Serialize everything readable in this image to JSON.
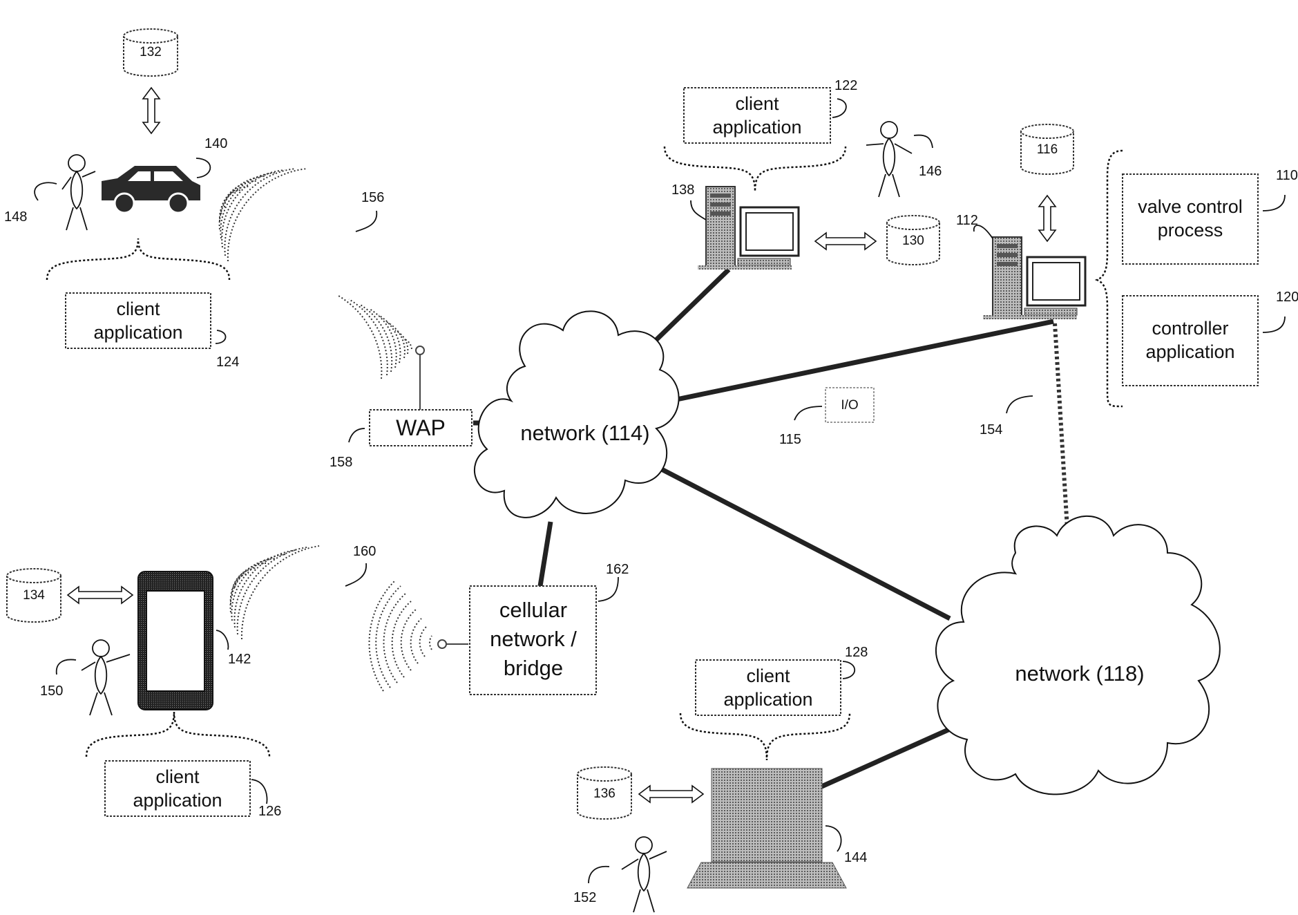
{
  "refs": {
    "r110": "110",
    "r112": "112",
    "r115": "115",
    "r116": "116",
    "r120": "120",
    "r122": "122",
    "r124": "124",
    "r126": "126",
    "r128": "128",
    "r130": "130",
    "r132": "132",
    "r134": "134",
    "r136": "136",
    "r138": "138",
    "r140": "140",
    "r142": "142",
    "r144": "144",
    "r146": "146",
    "r148": "148",
    "r150": "150",
    "r152": "152",
    "r154": "154",
    "r156": "156",
    "r158": "158",
    "r160": "160",
    "r162": "162"
  },
  "labels": {
    "client1": "client",
    "client2": "application",
    "valve1": "valve control",
    "valve2": "process",
    "controller1": "controller",
    "controller2": "application",
    "network114": "network (114)",
    "network118": "network (118)",
    "wap": "WAP",
    "io": "I/O",
    "cell1": "cellular",
    "cell2": "network /",
    "cell3": "bridge"
  }
}
